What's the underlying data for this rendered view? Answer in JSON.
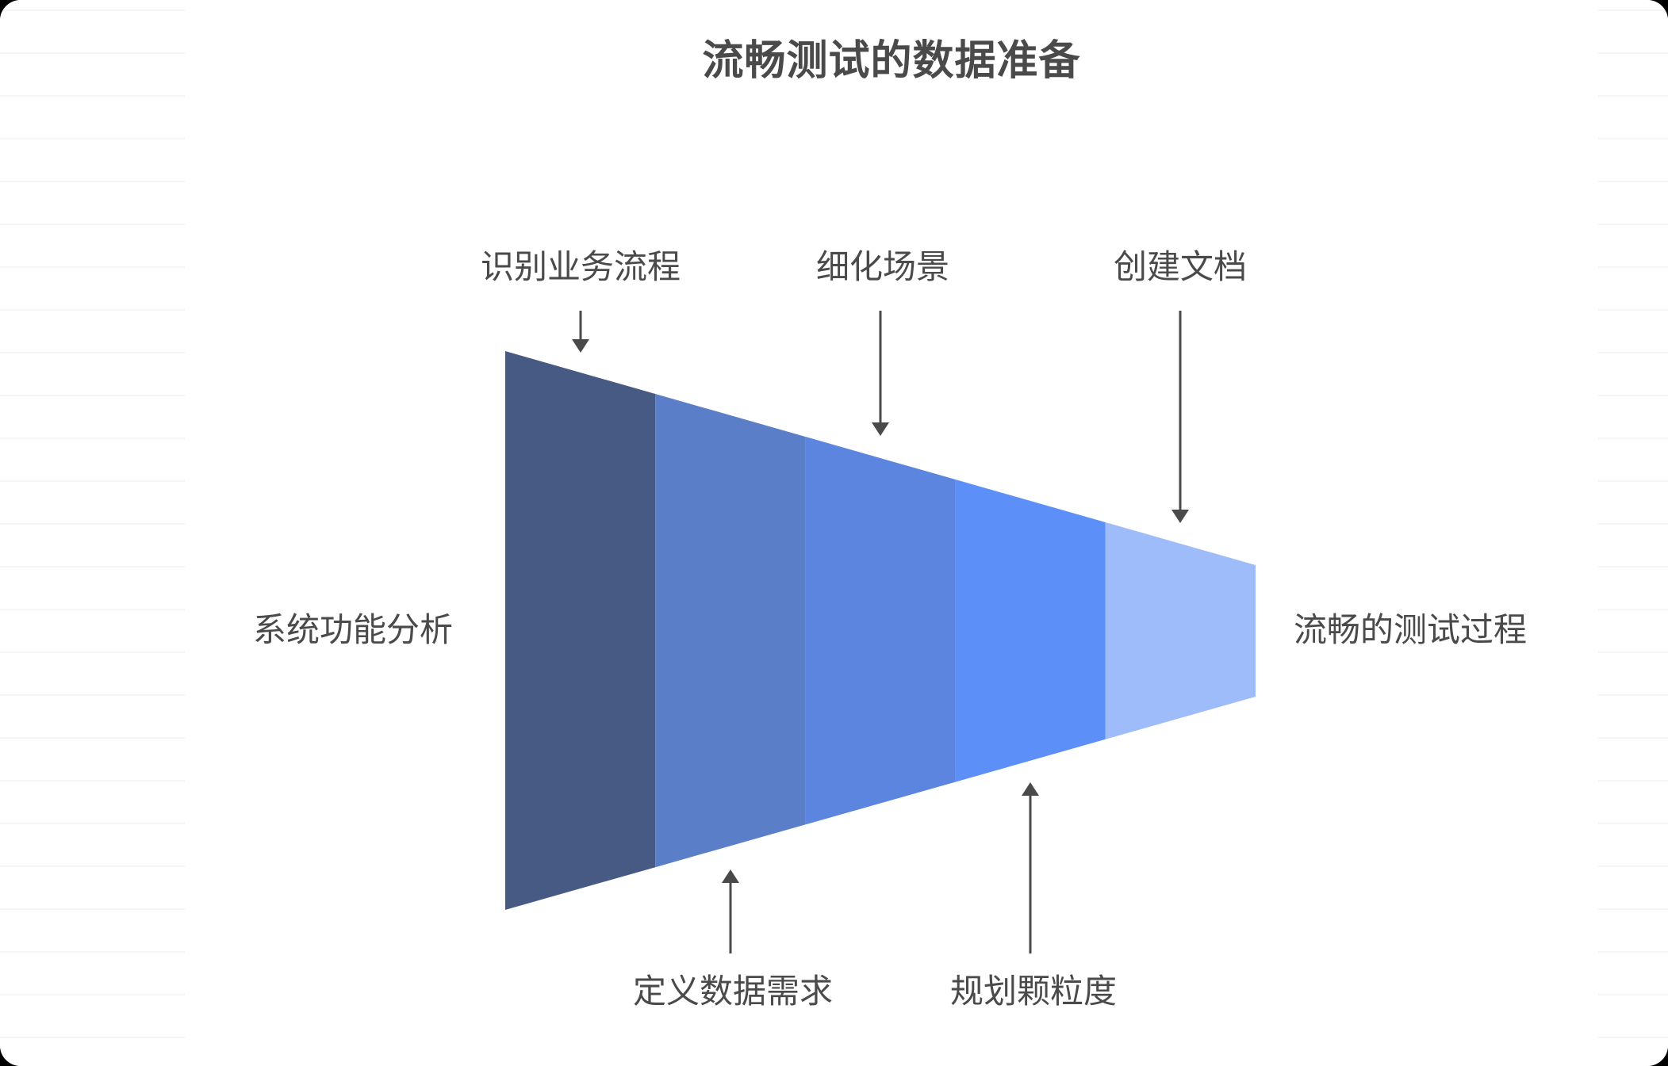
{
  "title": "流畅测试的数据准备",
  "diagram": {
    "type": "funnel",
    "direction": "left-to-right",
    "input_label": "系统功能分析",
    "output_label": "流畅的测试过程",
    "top_annotations": [
      {
        "label": "识别业务流程"
      },
      {
        "label": "细化场景"
      },
      {
        "label": "创建文档"
      }
    ],
    "bottom_annotations": [
      {
        "label": "定义数据需求"
      },
      {
        "label": "规划颗粒度"
      }
    ],
    "stages": [
      {
        "color": "#475A84"
      },
      {
        "color": "#5A7EC8"
      },
      {
        "color": "#5C85DF"
      },
      {
        "color": "#5C90F8"
      },
      {
        "color": "#9FBCFA"
      }
    ],
    "arrow_color": "#4A4A4A",
    "text_color": "#4A4A4A",
    "stage_count": 5
  }
}
